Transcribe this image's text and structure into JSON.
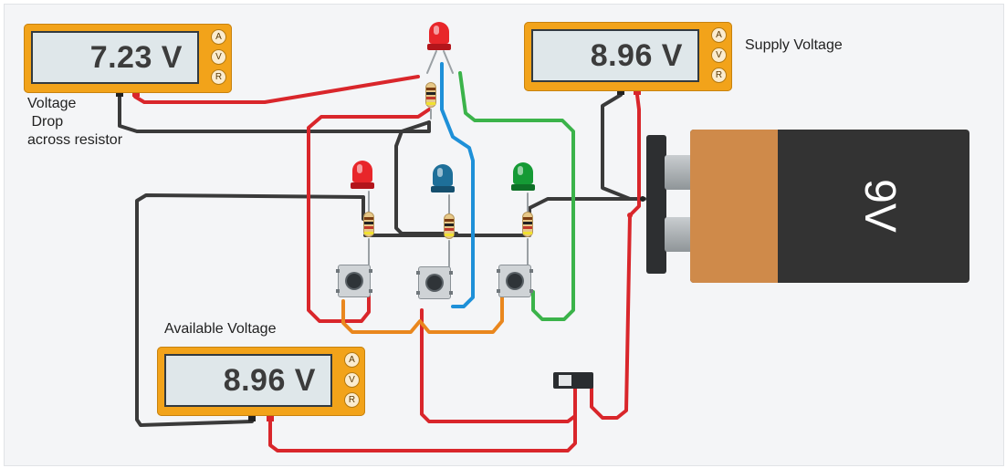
{
  "meters": {
    "resistor_drop": {
      "reading": "7.23 V",
      "modes": [
        "A",
        "V",
        "R"
      ]
    },
    "supply": {
      "reading": "8.96 V",
      "modes": [
        "A",
        "V",
        "R"
      ]
    },
    "available": {
      "reading": "8.96 V",
      "modes": [
        "A",
        "V",
        "R"
      ]
    }
  },
  "labels": {
    "resistor_drop": "Voltage\n Drop\nacross resistor",
    "supply": "Supply Voltage",
    "available": "Available Voltage"
  },
  "battery": {
    "label": "9V"
  },
  "leds": [
    "red",
    "red",
    "blue",
    "green"
  ],
  "colors": {
    "meter_body": "#f2a31a",
    "wire_red": "#d9262b",
    "wire_black": "#3a3a3a",
    "wire_blue": "#1e90d8",
    "wire_green": "#3bb34a",
    "wire_orange": "#e9871e",
    "battery_copper": "#cf8a4a"
  }
}
